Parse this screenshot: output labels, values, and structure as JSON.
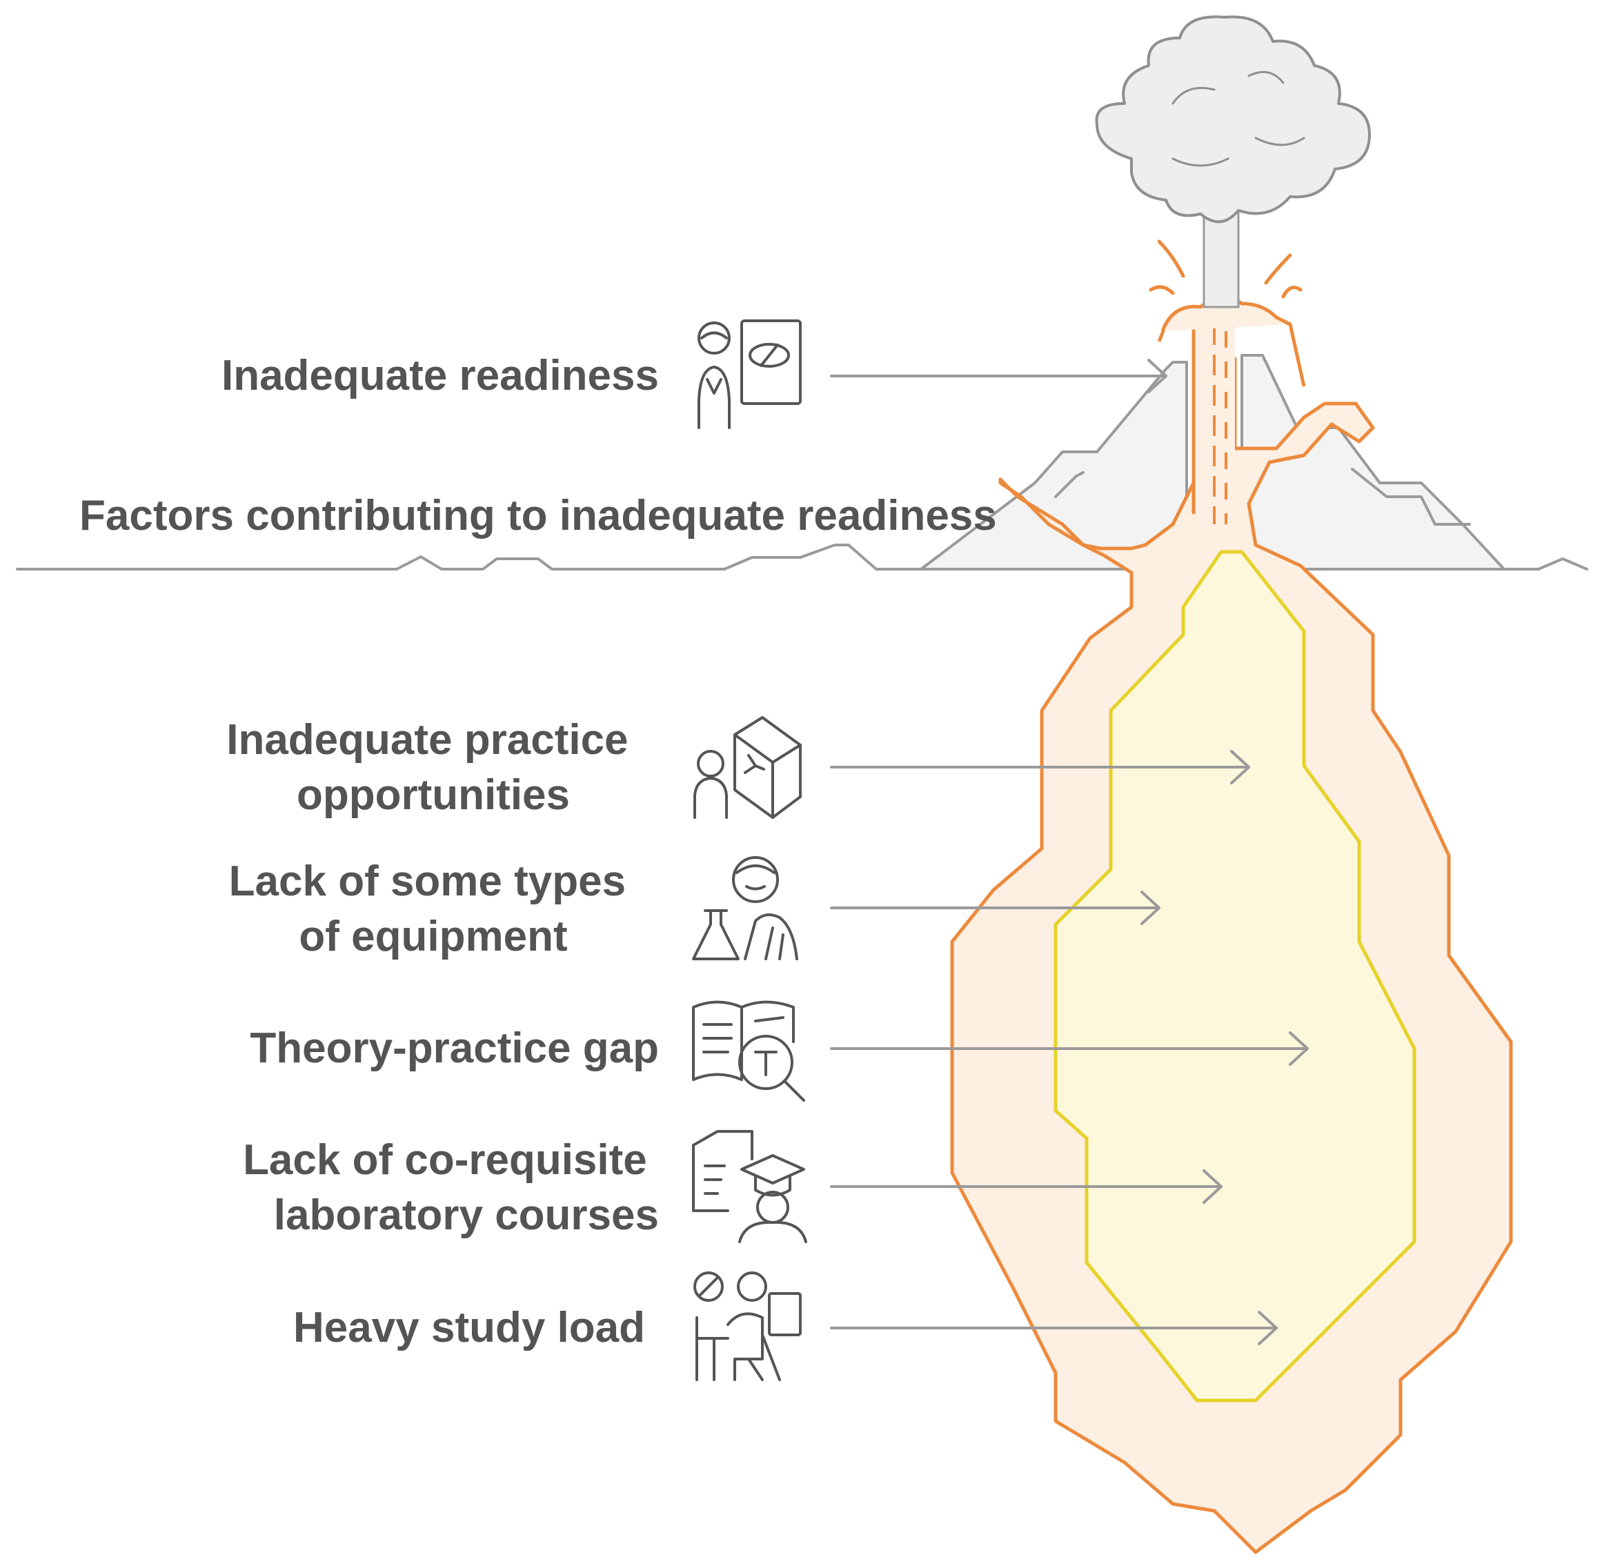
{
  "top": {
    "label": "Inadequate readiness",
    "icon": "teacher-board-icon"
  },
  "section_title": "Factors contributing to inadequate readiness",
  "factors": [
    {
      "lines": [
        "Inadequate practice",
        "opportunities"
      ],
      "icon": "student-cube-icon"
    },
    {
      "lines": [
        "Lack of some types",
        "of equipment"
      ],
      "icon": "scientist-flask-icon"
    },
    {
      "lines": [
        "Theory-practice gap"
      ],
      "icon": "book-magnifier-icon"
    },
    {
      "lines": [
        "Lack of co-requisite",
        "laboratory courses"
      ],
      "icon": "graduate-document-icon"
    },
    {
      "lines": [
        "Heavy study load"
      ],
      "icon": "student-desk-icon"
    }
  ],
  "colors": {
    "text": "#545454",
    "ground": "#9a9a9a",
    "mountain_fill": "#f3f3f3",
    "lava_stroke": "#ec8a3c",
    "magma_fill": "#fdefe2",
    "core_stroke": "#e6d22a",
    "core_fill": "#fdf8dc",
    "cloud_fill": "#eeeeee",
    "cloud_stroke": "#8f8f8f",
    "arrow": "#9a9a9a",
    "icon": "#555555"
  }
}
